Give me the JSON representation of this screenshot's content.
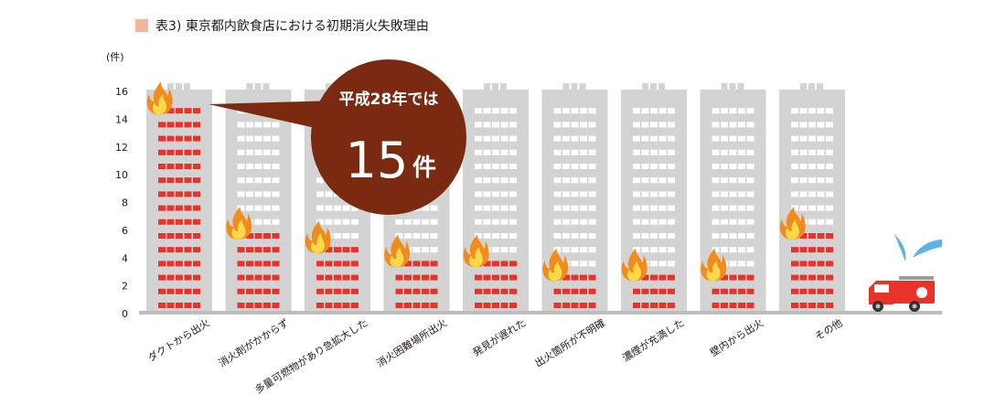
{
  "title": "表3) 東京都内飲食店における初期消火失敗理由",
  "colors": {
    "legend": "#f2b69b",
    "building": "#d3d3d3",
    "window": "#ffffff",
    "bar": "#e9332a",
    "bubble": "#7b2a12",
    "ground": "#bdbdbd"
  },
  "callout": {
    "line1": "平成28年では",
    "number": "15",
    "unit": "件"
  },
  "chart_data": {
    "type": "bar",
    "ylabel": "(件)",
    "ylim": [
      0,
      16
    ],
    "yticks": [
      "0",
      "2",
      "4",
      "6",
      "8",
      "10",
      "12",
      "14",
      "16"
    ],
    "categories": [
      "ダクトから出火",
      "消火剤がかからず",
      "多量可燃物があり急拡大した",
      "消火困難場所出火",
      "発見が遅れた",
      "出火箇所が不明確",
      "濃煙が充満した",
      "壁内から出火",
      "その他"
    ],
    "values": [
      15,
      6,
      5,
      4,
      4,
      3,
      3,
      3,
      6
    ],
    "annotation": "平成28年では 15件"
  }
}
